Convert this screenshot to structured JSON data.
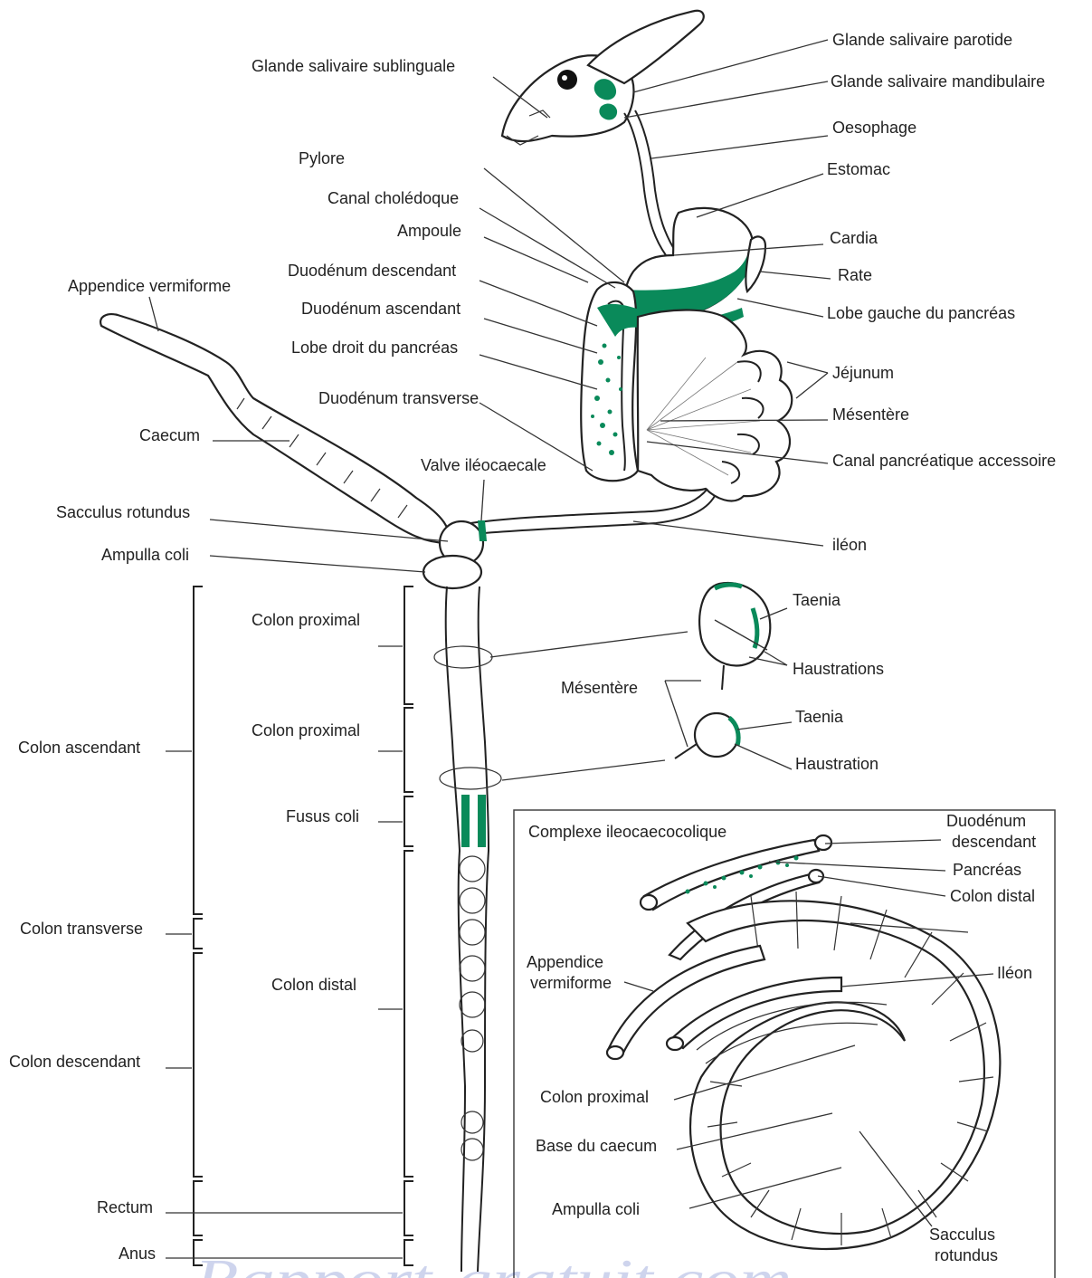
{
  "labels": {
    "glande_sublinguale": "Glande salivaire sublinguale",
    "glande_parotide": "Glande salivaire parotide",
    "glande_mandibulaire": "Glande salivaire mandibulaire",
    "oesophage": "Oesophage",
    "estomac": "Estomac",
    "pylore": "Pylore",
    "canal_choledoque": "Canal cholédoque",
    "ampoule": "Ampoule",
    "cardia": "Cardia",
    "rate": "Rate",
    "duodenum_descendant": "Duodénum descendant",
    "lobe_gauche_pancreas": "Lobe gauche du pancréas",
    "duodenum_ascendant": "Duodénum ascendant",
    "appendice_vermiforme": "Appendice vermiforme",
    "lobe_droit_pancreas": "Lobe droit du pancréas",
    "jejunum": "Jéjunum",
    "mesentere_top": "Mésentère",
    "duodenum_transverse": "Duodénum transverse",
    "canal_pancreatique_accessoire": "Canal pancréatique accessoire",
    "caecum": "Caecum",
    "valve_ileocaecale": "Valve iléocaecale",
    "sacculus_rotundus": "Sacculus rotundus",
    "ileon": "iléon",
    "ampulla_coli": "Ampulla coli",
    "colon_proximal_1": "Colon proximal",
    "taenia_1": "Taenia",
    "haustrations": "Haustrations",
    "mesentere_mid": "Mésentère",
    "colon_proximal_2": "Colon proximal",
    "colon_ascendant": "Colon ascendant",
    "taenia_2": "Taenia",
    "haustration": "Haustration",
    "fusus_coli": "Fusus coli",
    "colon_transverse": "Colon transverse",
    "colon_distal": "Colon distal",
    "colon_descendant": "Colon descendant",
    "rectum": "Rectum",
    "anus": "Anus"
  },
  "inset": {
    "title": "Complexe ileocaecocolique",
    "duodenum_descendant_1": "Duodénum",
    "duodenum_descendant_2": "descendant",
    "pancreas": "Pancréas",
    "colon_distal": "Colon distal",
    "appendice_1": "Appendice",
    "appendice_2": "vermiforme",
    "ileon": "Iléon",
    "colon_proximal": "Colon proximal",
    "base_caecum": "Base du caecum",
    "ampulla_coli": "Ampulla coli",
    "sacculus_1": "Sacculus",
    "sacculus_2": "rotundus"
  },
  "watermark": "Rapport-gratuit.com",
  "colors": {
    "pancreas_green": "#0a8a5a",
    "ink": "#222222",
    "watermark": "#2440b0"
  }
}
